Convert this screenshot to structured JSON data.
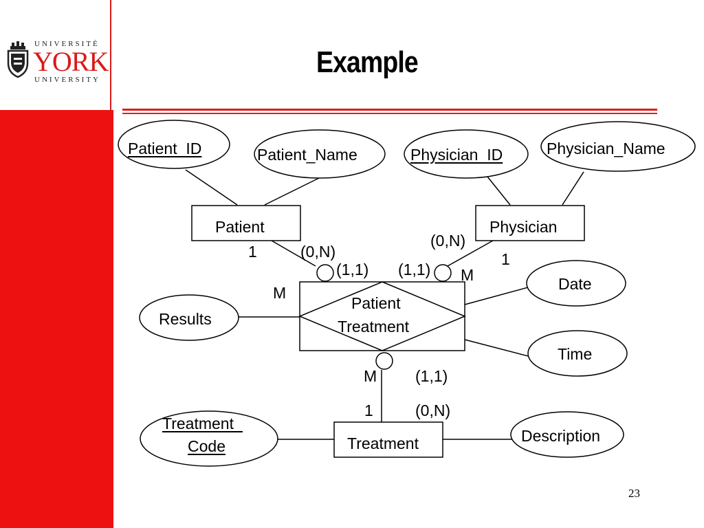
{
  "slide": {
    "title": "Example",
    "page_number": "23"
  },
  "logo": {
    "line1": "UNIVERSITÉ",
    "line2": "YORK",
    "line3": "UNIVERSITY"
  },
  "colors": {
    "sidebar_red": "#ee1111",
    "rule_red": "#e31b1b",
    "logo_red": "#d91a1a"
  },
  "diagram": {
    "entities": {
      "patient": "Patient",
      "physician": "Physician",
      "treatment": "Treatment"
    },
    "relationship": {
      "line1": "Patient",
      "line2": "Treatment"
    },
    "attributes": {
      "patient_id": "Patient_ID",
      "patient_name": "Patient_Name",
      "physician_id": "Physician_ID",
      "physician_name": "Physician_Name",
      "date": "Date",
      "time": "Time",
      "results": "Results",
      "treatment_code_1": "Treatment_",
      "treatment_code_2": "Code",
      "description": "Description"
    },
    "labels": {
      "patient_card": "1",
      "patient_part": "(0,N)",
      "patient_link_part": "(1,1)",
      "physician_link_part": "(1,1)",
      "physician_part": "(0,N)",
      "physician_card": "1",
      "physician_m": "M",
      "patient_m": "M",
      "treatment_m": "M",
      "treatment_link_part": "(1,1)",
      "treatment_card": "1",
      "treatment_part": "(0,N)"
    }
  }
}
